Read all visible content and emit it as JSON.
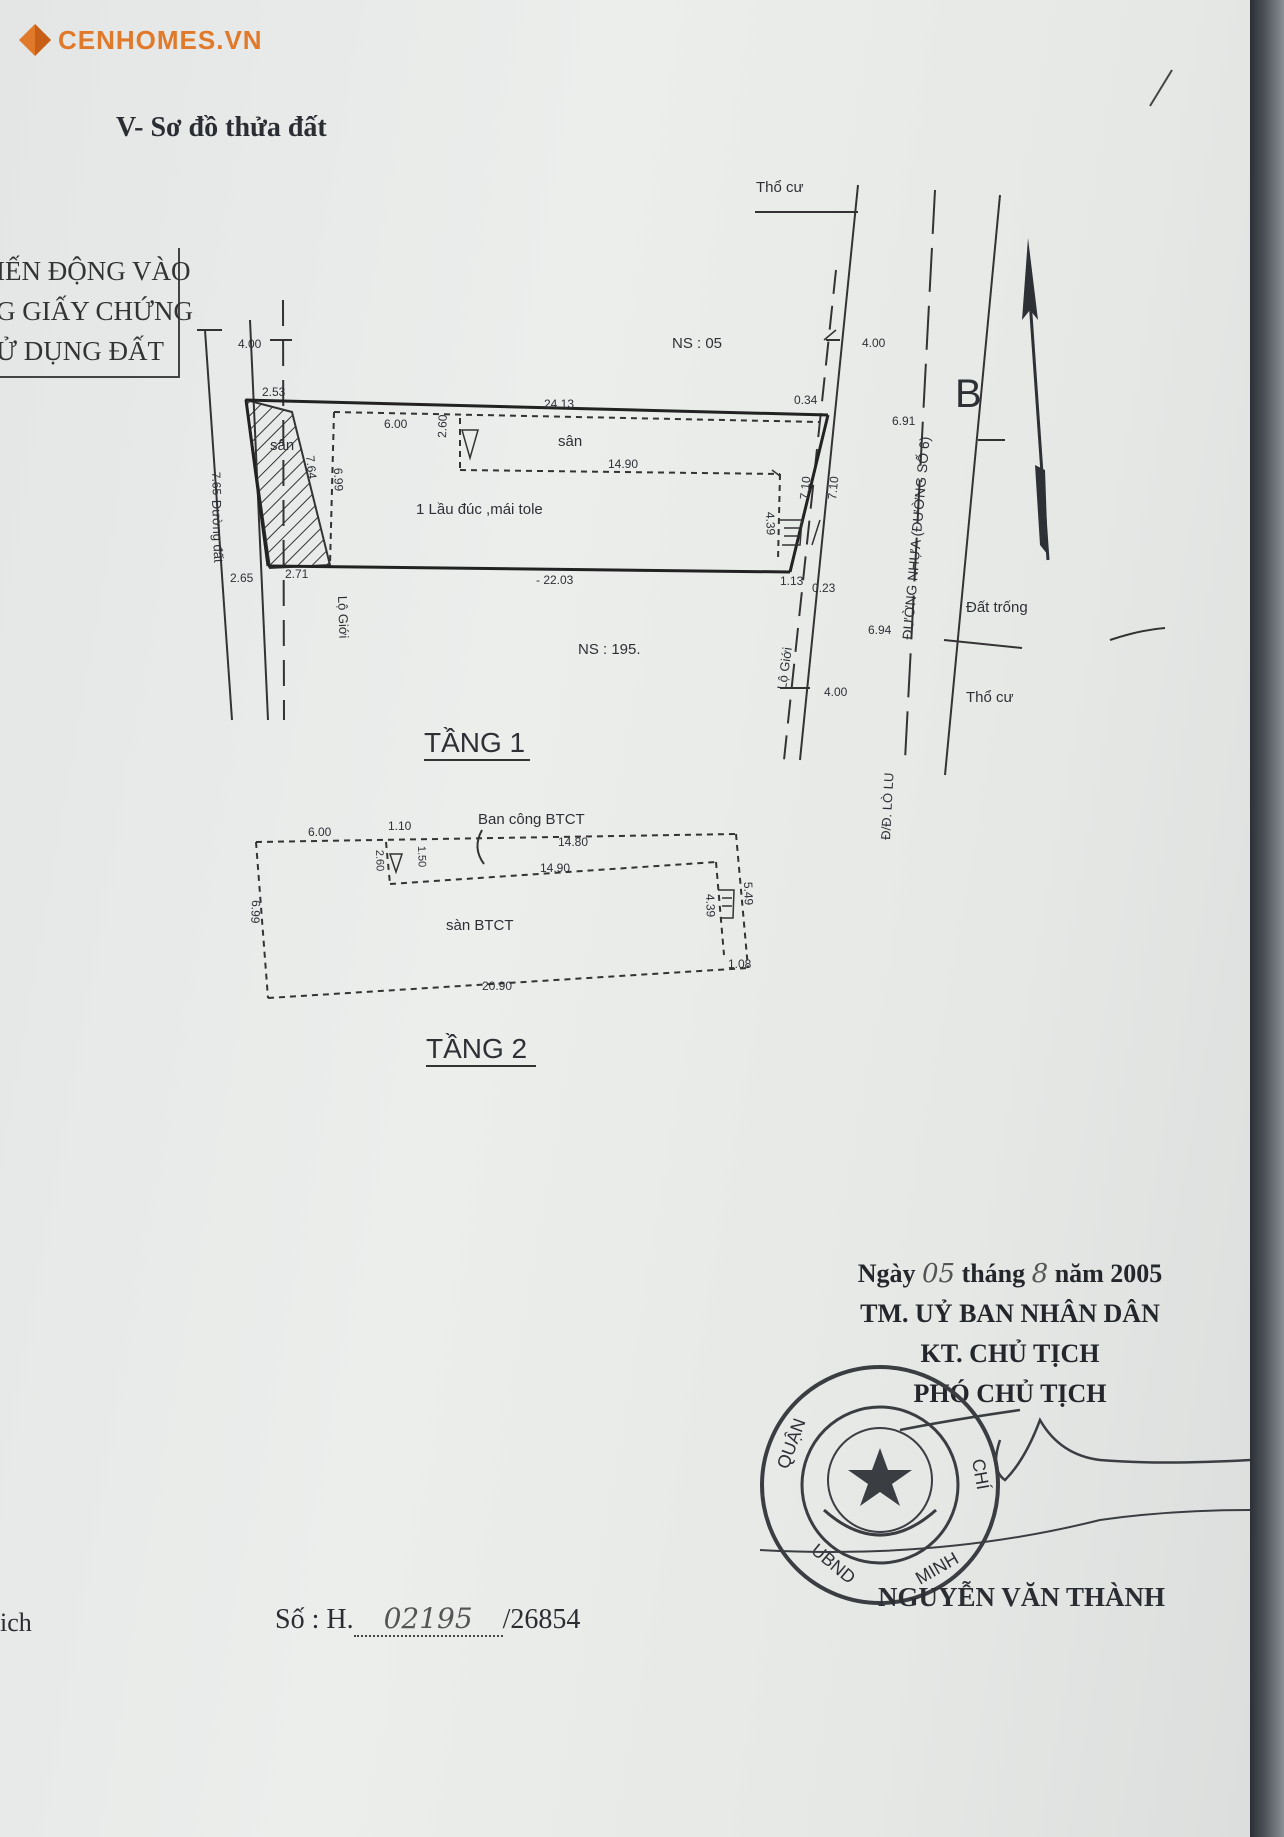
{
  "brand": {
    "logo_text": "CENHOMES.VN"
  },
  "section_title": "V- Sơ đồ thửa đất",
  "notice_box": {
    "line1": "IẾN ĐỘNG VÀO",
    "line2": "G GIẤY CHỨNG",
    "line3": "Ử DỤNG ĐẤT"
  },
  "plan": {
    "north_label": "B",
    "ns_top": "NS : 05",
    "ns_bottom": "NS : 195.",
    "tho_cu_top": "Thổ cư",
    "tho_cu_bottom": "Thổ cư",
    "dat_trong": "Đất trống",
    "duong_dat": "Đường đất",
    "duong_nhua": "ĐƯỜNG NHỰA (ĐƯỜNG SỐ 6)",
    "duong_lo_lu": "Đ/Đ. LÒ LU",
    "lo_gioi_left": "Lộ Giới",
    "lo_gioi_right": "Lộ Giới",
    "floor1_title": "TẦNG 1",
    "floor1_san_left": "sân",
    "floor1_san_top": "sân",
    "floor1_desc": "1 Lầu đúc ,mái tole",
    "floor1_dims": {
      "d_4_00_left": "4.00",
      "d_2_53": "2.53",
      "d_24_13": "24.13",
      "d_0_34": "0.34",
      "d_4_00_right_top": "4.00",
      "d_6_00": "6.00",
      "d_2_60": "2.60",
      "d_14_90": "14.90",
      "d_7_65": "7.65",
      "d_7_64": "7.64",
      "d_6_99": "6.99",
      "d_4_39": "4.39",
      "d_7_10a": "7.10",
      "d_7_10b": "7.10",
      "d_6_91": "6.91",
      "d_2_65": "2.65",
      "d_2_71": "2.71",
      "d_22_03": "- 22.03",
      "d_1_13": "1.13",
      "d_0_23": "0.23",
      "d_6_94": "6.94",
      "d_4_00_bottom": "4.00"
    },
    "floor2_title": "TẦNG 2",
    "floor2_balcony": "Ban công BTCT",
    "floor2_san": "sàn BTCT",
    "floor2_dims": {
      "d_6_00": "6.00",
      "d_1_10": "1.10",
      "d_14_80": "14.80",
      "d_1_50": "1.50",
      "d_2_60": "2.60",
      "d_14_90": "14.90",
      "d_6_99": "6.99",
      "d_4_39": "4.39",
      "d_5_49": "5.49",
      "d_1_08": "1.08",
      "d_20_90": "20.90"
    }
  },
  "signature": {
    "ngay_label": "Ngày",
    "ngay_value": "05",
    "thang_label": "tháng",
    "thang_value": "8",
    "nam_label": "năm 2005",
    "line2": "TM. UỶ BAN NHÂN DÂN",
    "line3": "KT. CHỦ TỊCH",
    "line4": "PHÓ CHỦ TỊCH",
    "signer": "NGUYỄN VĂN THÀNH"
  },
  "seal": {
    "text_left": "QUẬN",
    "text_right": "CHÍ",
    "text_bottom": "MINH",
    "text_ubnd": "UBND"
  },
  "footer": {
    "left_fragment": "ich",
    "so_label": "Số : H.",
    "so_hand": "02195",
    "so_number": "/26854"
  },
  "colors": {
    "brand_orange": "#e07a2a",
    "ink": "#2d3136"
  }
}
